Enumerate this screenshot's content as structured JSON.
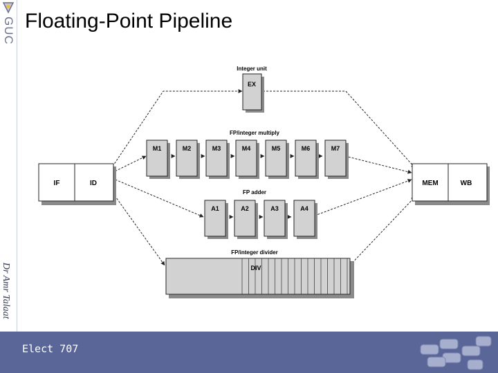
{
  "slide": {
    "title": "Floating-Point Pipeline",
    "logo": "GUC",
    "author": "Dr Amr Talaat",
    "footer": "Elect 707"
  },
  "diagram": {
    "integer_unit_label": "Integer unit",
    "ex": "EX",
    "multiply_label": "FP/integer multiply",
    "multiply_stages": [
      "M1",
      "M2",
      "M3",
      "M4",
      "M5",
      "M6",
      "M7"
    ],
    "adder_label": "FP adder",
    "adder_stages": [
      "A1",
      "A2",
      "A3",
      "A4"
    ],
    "divider_label": "FP/integer divider",
    "div": "DIV",
    "if": "IF",
    "id": "ID",
    "mem": "MEM",
    "wb": "WB"
  },
  "colors": {
    "footer": "#5a6598",
    "stage_fill": "#d2d2d2",
    "shadow": "#8a8a8a"
  }
}
